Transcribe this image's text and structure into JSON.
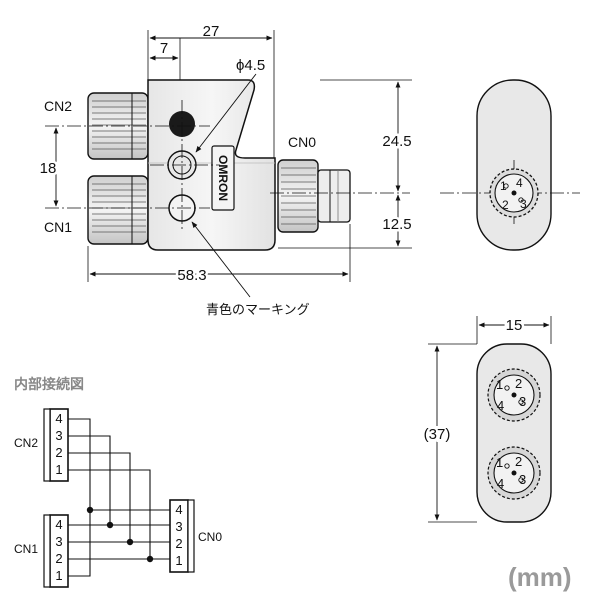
{
  "dimensions": {
    "overall_width": "27",
    "offset": "7",
    "hole_diameter": "ϕ4.5",
    "height_upper": "24.5",
    "height_lower": "12.5",
    "pitch": "18",
    "overall_length": "58.3",
    "end_width": "15",
    "end_height": "(37)"
  },
  "labels": {
    "cn2": "CN2",
    "cn1": "CN1",
    "cn0": "CN0",
    "brand": "OMRON",
    "marking_note": "青色のマーキング",
    "wiring_title": "内部接続図",
    "unit": "(mm)"
  },
  "pins": {
    "cn2": [
      "4",
      "3",
      "2",
      "1"
    ],
    "cn1": [
      "4",
      "3",
      "2",
      "1"
    ],
    "cn0": [
      "4",
      "3",
      "2",
      "1"
    ],
    "face_digits": [
      "1",
      "2",
      "4",
      "3"
    ]
  },
  "colors": {
    "line": "#111111",
    "body_fill": "#efefef",
    "body_shade": "#dcdcdc",
    "black_dot": "#1a1a1a",
    "title_gray": "#888888"
  }
}
